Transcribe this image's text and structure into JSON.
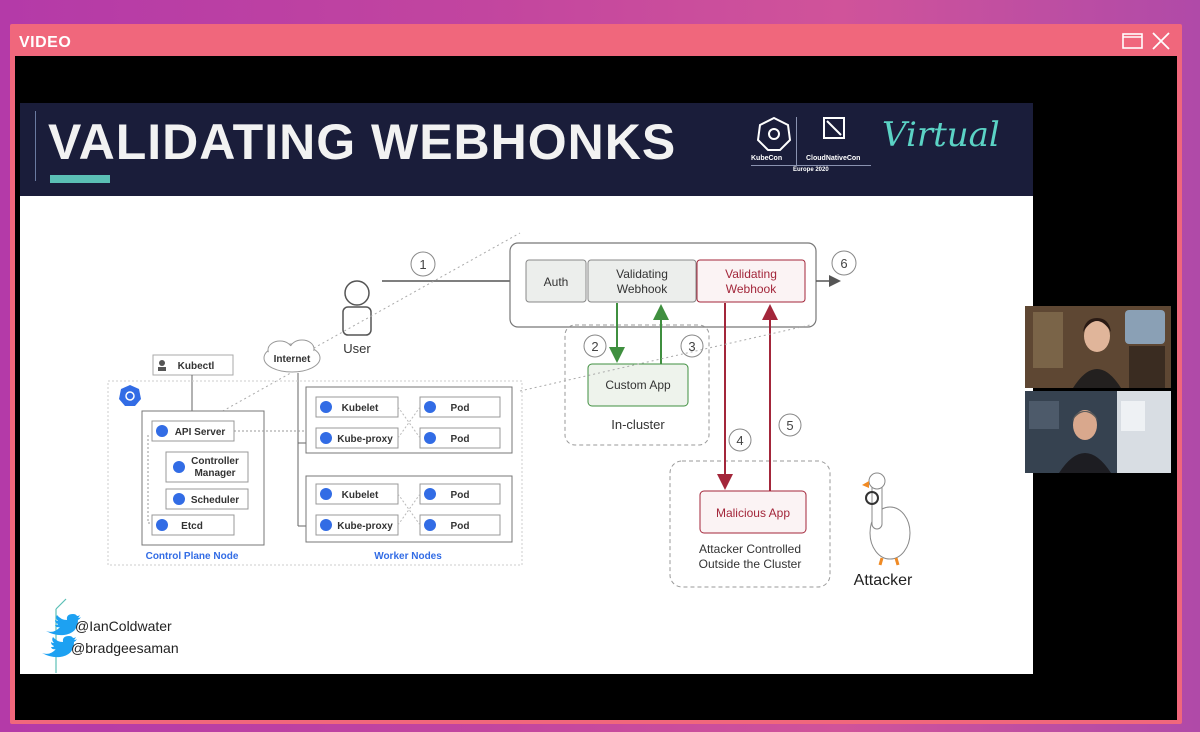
{
  "window": {
    "title": "VIDEO"
  },
  "slide": {
    "title": "VALIDATING WEBHONKS",
    "logos": {
      "kubecon": "KubeCon",
      "cncf": "CloudNativeCon",
      "event": "Europe 2020",
      "virtual": "Virtual"
    },
    "flow": {
      "user_label": "User",
      "auth": "Auth",
      "webhook1_l1": "Validating",
      "webhook1_l2": "Webhook",
      "webhook2_l1": "Validating",
      "webhook2_l2": "Webhook",
      "custom_app": "Custom App",
      "in_cluster": "In-cluster",
      "malicious_app": "Malicious App",
      "attacker_l1": "Attacker Controlled",
      "attacker_l2": "Outside the Cluster",
      "attacker": "Attacker",
      "steps": [
        "1",
        "2",
        "3",
        "4",
        "5",
        "6"
      ]
    },
    "cluster": {
      "kubectl": "Kubectl",
      "internet": "Internet",
      "api_server": "API Server",
      "controller_l1": "Controller",
      "controller_l2": "Manager",
      "scheduler": "Scheduler",
      "etcd": "Etcd",
      "kubelet": "Kubelet",
      "kube_proxy": "Kube-proxy",
      "pod": "Pod",
      "control_plane_label": "Control Plane Node",
      "worker_label": "Worker Nodes"
    },
    "handles": [
      "@IanColdwater",
      "@bradgeesaman"
    ]
  },
  "colors": {
    "frame": "#f0677c",
    "header": "#1a1d3a",
    "green": "#3f8f3f",
    "red": "#a3263a",
    "k8s_blue": "#326ce5",
    "twitter": "#1da1f2"
  },
  "icons": [
    "maximize-icon",
    "close-icon",
    "kubernetes-icon",
    "twitter-icon",
    "goose-icon",
    "user-icon"
  ]
}
